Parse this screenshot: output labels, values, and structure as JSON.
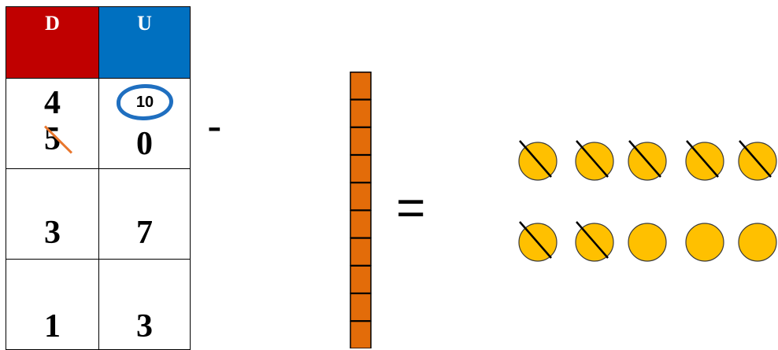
{
  "table": {
    "header": {
      "tens": "D",
      "units": "U"
    },
    "header_colors": {
      "tens": "#c00000",
      "units": "#0070c0"
    },
    "row1": {
      "tens_top": "4",
      "tens_bottom": "5",
      "borrow": "10",
      "units": "0"
    },
    "row2": {
      "tens": "3",
      "units": "7"
    },
    "row3": {
      "tens": "1",
      "units": "3"
    }
  },
  "operators": {
    "minus": "-",
    "equals": "="
  },
  "tens_rod": {
    "units_in_rod": 10,
    "color": "#e36c09"
  },
  "counters": {
    "total": 10,
    "crossed_out": 7,
    "color": "#ffc000"
  }
}
